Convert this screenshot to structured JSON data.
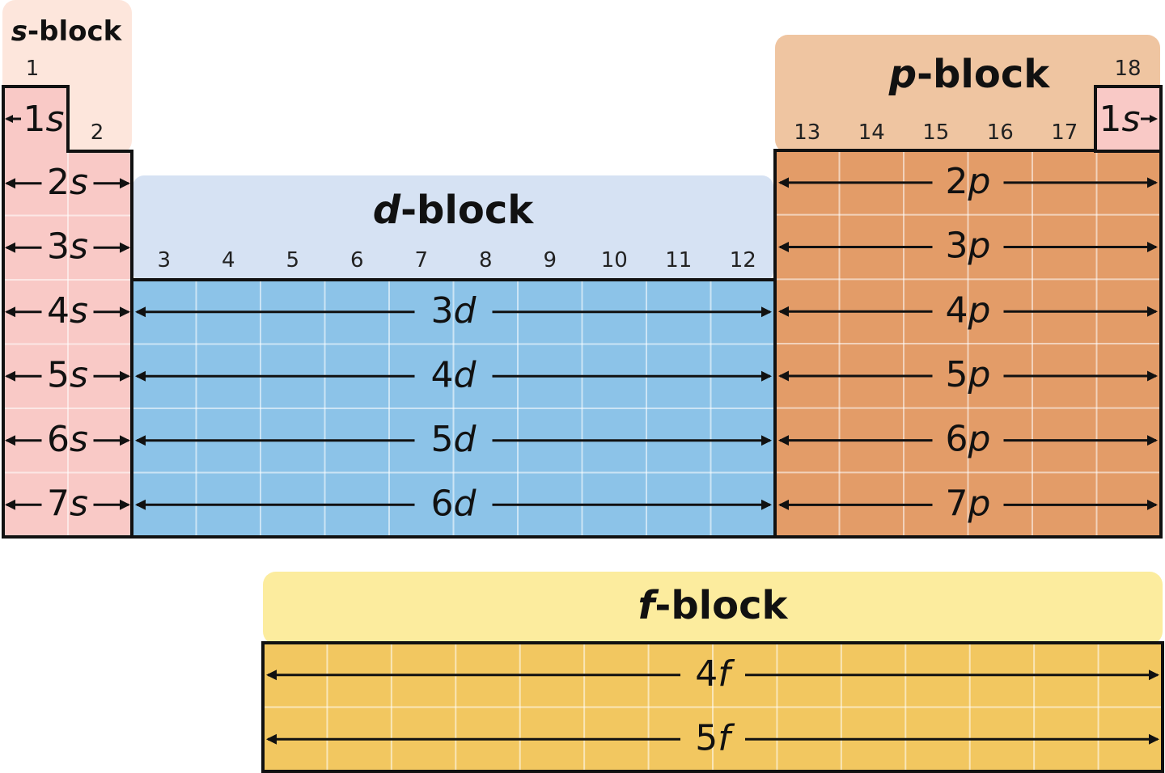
{
  "colors": {
    "s_header": "#fde6dc",
    "s_cells": "#f9c9c6",
    "d_header": "#d6e2f3",
    "d_cells": "#8cc3e8",
    "p_header": "#efc5a1",
    "p_cells": "#e39c68",
    "f_header": "#fcec9e",
    "f_cells": "#f2c760"
  },
  "blocks": {
    "s": {
      "title_letter": "s",
      "title_suffix": "-block",
      "groups": [
        "1",
        "2"
      ],
      "rows": [
        {
          "n": "1",
          "l": "s"
        },
        {
          "n": "2",
          "l": "s"
        },
        {
          "n": "3",
          "l": "s"
        },
        {
          "n": "4",
          "l": "s"
        },
        {
          "n": "5",
          "l": "s"
        },
        {
          "n": "6",
          "l": "s"
        },
        {
          "n": "7",
          "l": "s"
        }
      ]
    },
    "d": {
      "title_letter": "d",
      "title_suffix": "-block",
      "groups": [
        "3",
        "4",
        "5",
        "6",
        "7",
        "8",
        "9",
        "10",
        "11",
        "12"
      ],
      "rows": [
        {
          "n": "3",
          "l": "d"
        },
        {
          "n": "4",
          "l": "d"
        },
        {
          "n": "5",
          "l": "d"
        },
        {
          "n": "6",
          "l": "d"
        }
      ]
    },
    "p": {
      "title_letter": "p",
      "title_suffix": "-block",
      "groups": [
        "13",
        "14",
        "15",
        "16",
        "17",
        "18"
      ],
      "helium": {
        "n": "1",
        "l": "s"
      },
      "rows": [
        {
          "n": "2",
          "l": "p"
        },
        {
          "n": "3",
          "l": "p"
        },
        {
          "n": "4",
          "l": "p"
        },
        {
          "n": "5",
          "l": "p"
        },
        {
          "n": "6",
          "l": "p"
        },
        {
          "n": "7",
          "l": "p"
        }
      ]
    },
    "f": {
      "title_letter": "f",
      "title_suffix": "-block",
      "rows": [
        {
          "n": "4",
          "l": "f"
        },
        {
          "n": "5",
          "l": "f"
        }
      ]
    }
  }
}
